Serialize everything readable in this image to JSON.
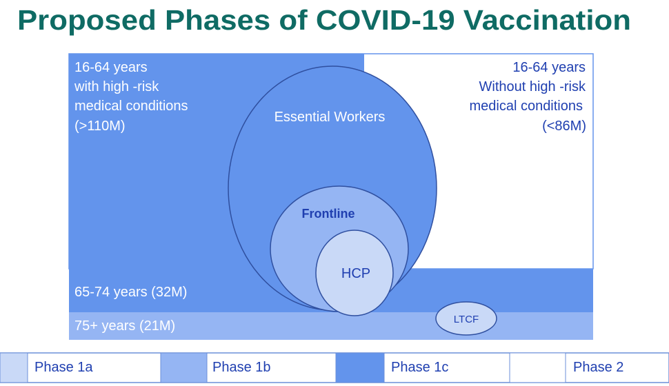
{
  "title": "Proposed Phases of COVID-19 Vaccination",
  "colors": {
    "title": "#0f6b64",
    "phase_1a": "#c9d9f7",
    "phase_1b": "#95b5f3",
    "phase_1c": "#6394ec",
    "phase_2": "#ffffff",
    "outline": "#2f4f9f",
    "dark_text": "#1f3fb0"
  },
  "regions": {
    "high_risk": [
      "16-64 years",
      "with high -risk",
      "medical conditions",
      "(>110M)"
    ],
    "low_risk": [
      "16-64 years",
      "Without high -risk",
      "medical conditions",
      "(<86M)"
    ],
    "age_65_74": "65-74 years (32M)",
    "age_75_plus": "75+ years (21M)",
    "essential_workers": "Essential Workers",
    "frontline": "Frontline",
    "hcp": "HCP",
    "ltcf": "LTCF"
  },
  "legend": [
    {
      "label": "Phase 1a",
      "color": "#c9d9f7"
    },
    {
      "label": "Phase 1b",
      "color": "#95b5f3"
    },
    {
      "label": "Phase 1c",
      "color": "#6394ec"
    },
    {
      "label": "Phase 2",
      "color": "#ffffff"
    }
  ]
}
